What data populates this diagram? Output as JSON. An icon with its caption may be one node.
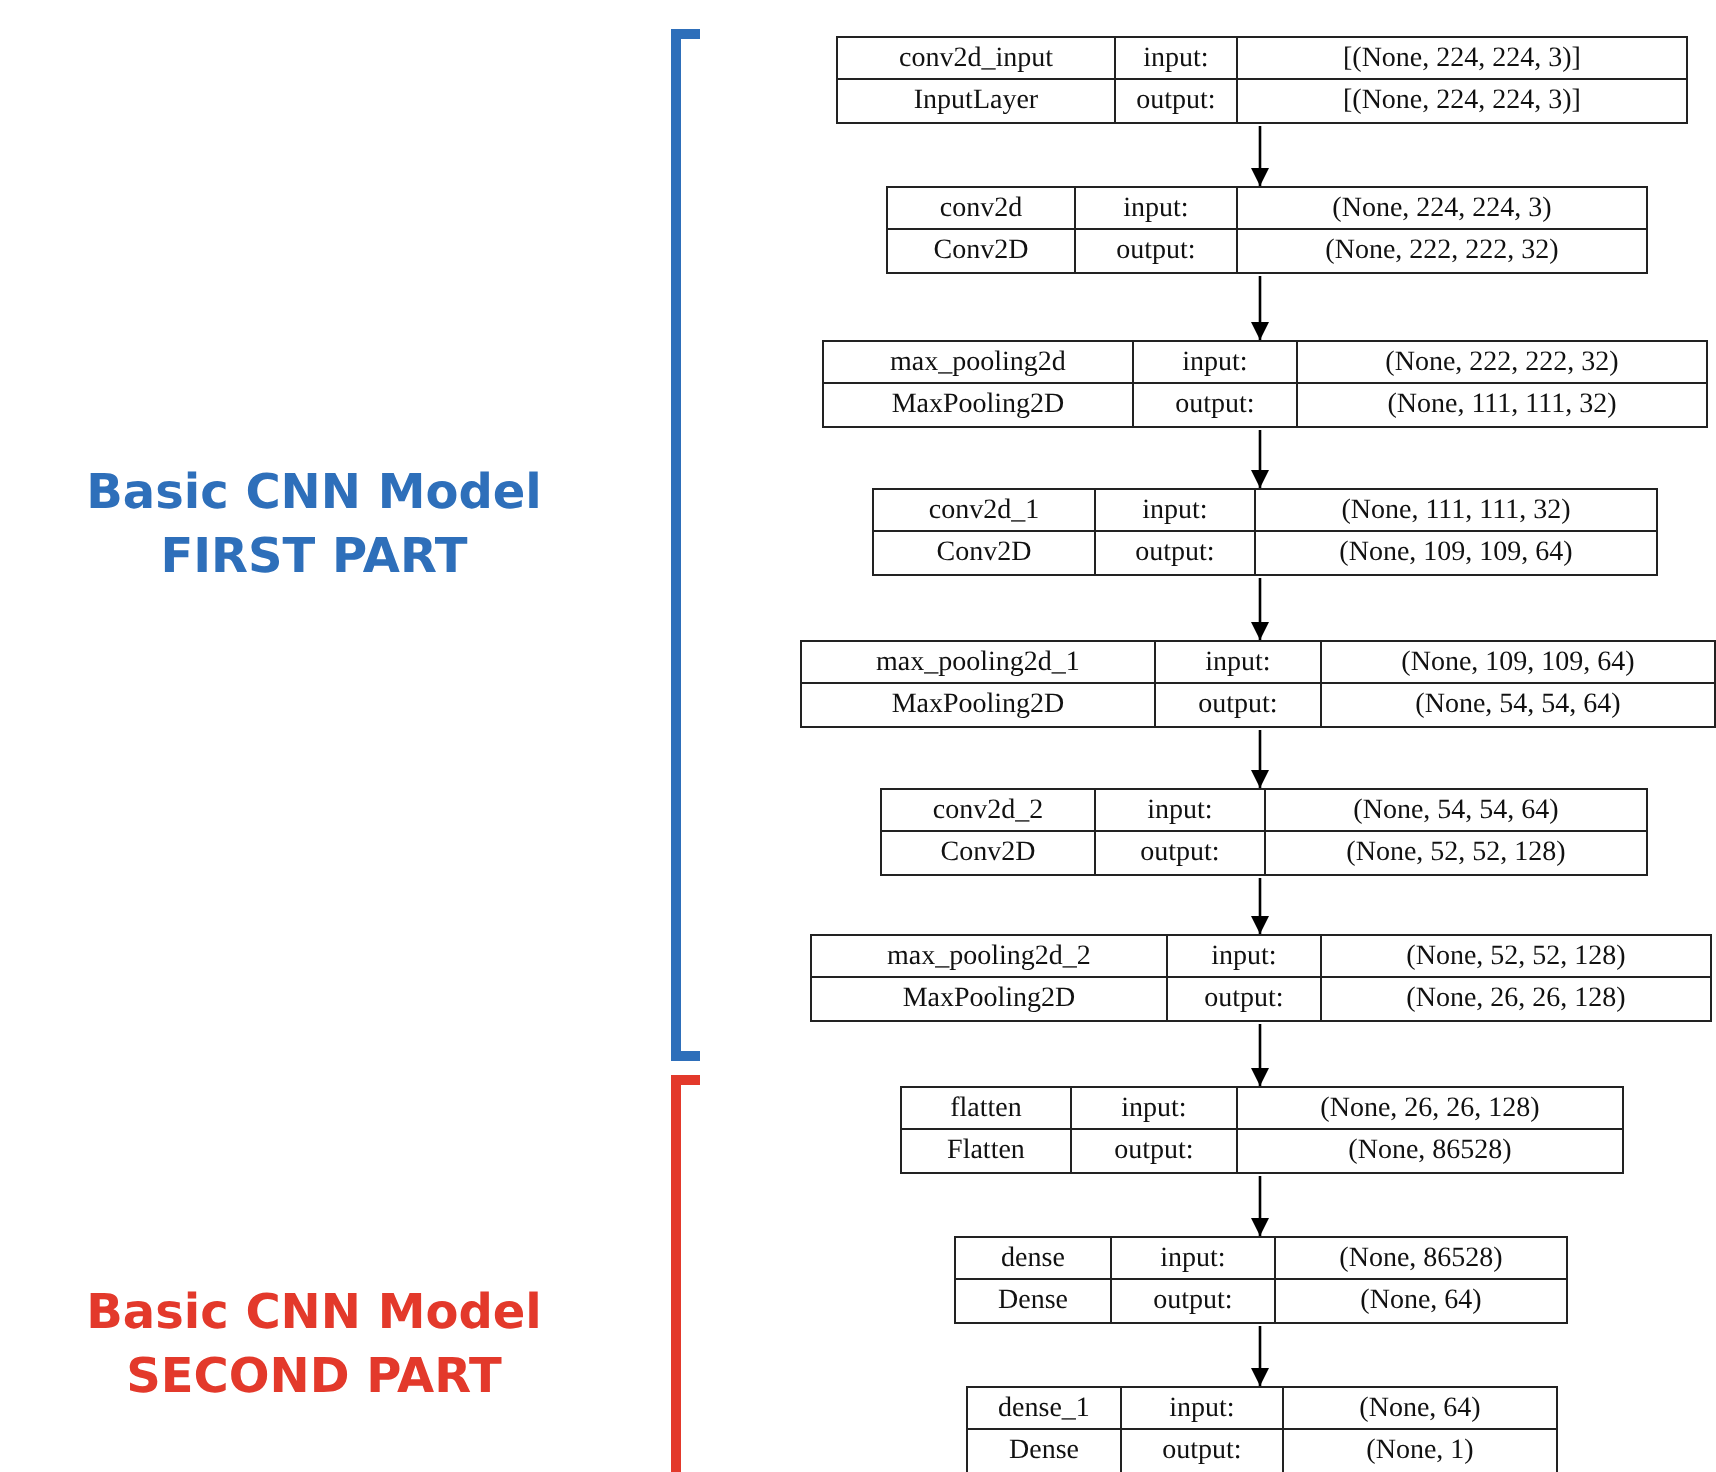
{
  "diagram": {
    "nodes": [
      {
        "text": [
          "conv2d_input",
          "input:",
          "[(None, 224, 224, 3)]",
          "InputLayer",
          "output:",
          "[(None, 224, 224, 3)]"
        ]
      },
      {
        "text": [
          "conv2d",
          "input:",
          "(None, 224, 224, 3)",
          "Conv2D",
          "output:",
          "(None, 222, 222, 32)"
        ]
      },
      {
        "text": [
          "max_pooling2d",
          "input:",
          "(None, 222, 222, 32)",
          "MaxPooling2D",
          "output:",
          "(None, 111, 111, 32)"
        ]
      },
      {
        "text": [
          "conv2d_1",
          "input:",
          "(None, 111, 111, 32)",
          "Conv2D",
          "output:",
          "(None, 109, 109, 64)"
        ]
      },
      {
        "text": [
          "max_pooling2d_1",
          "input:",
          "(None, 109, 109, 64)",
          "MaxPooling2D",
          "output:",
          "(None, 54, 54, 64)"
        ]
      },
      {
        "text": [
          "conv2d_2",
          "input:",
          "(None, 54, 54, 64)",
          "Conv2D",
          "output:",
          "(None, 52, 52, 128)"
        ]
      },
      {
        "text": [
          "max_pooling2d_2",
          "input:",
          "(None, 52, 52, 128)",
          "MaxPooling2D",
          "output:",
          "(None, 26, 26, 128)"
        ]
      },
      {
        "text": [
          "flatten",
          "input:",
          "(None, 26, 26, 128)",
          "Flatten",
          "output:",
          "(None, 86528)"
        ]
      },
      {
        "text": [
          "dense",
          "input:",
          "(None, 86528)",
          "Dense",
          "output:",
          "(None, 64)"
        ]
      },
      {
        "text": [
          "dense_1",
          "input:",
          "(None, 64)",
          "Dense",
          "output:",
          "(None, 1)"
        ]
      }
    ],
    "edges": [
      {
        "from": 0,
        "to": 1,
        "arrow": "to"
      },
      {
        "from": 1,
        "to": 2,
        "arrow": "to"
      },
      {
        "from": 2,
        "to": 3,
        "arrow": "to"
      },
      {
        "from": 3,
        "to": 4,
        "arrow": "to"
      },
      {
        "from": 4,
        "to": 5,
        "arrow": "to"
      },
      {
        "from": 5,
        "to": 6,
        "arrow": "to"
      },
      {
        "from": 6,
        "to": 7,
        "arrow": "to"
      },
      {
        "from": 7,
        "to": 8,
        "arrow": "to"
      },
      {
        "from": 8,
        "to": 9,
        "arrow": "to"
      }
    ],
    "labels": [
      "Basic CNN Model FIRST PART",
      "Basic CNN Model SECOND PART"
    ]
  }
}
